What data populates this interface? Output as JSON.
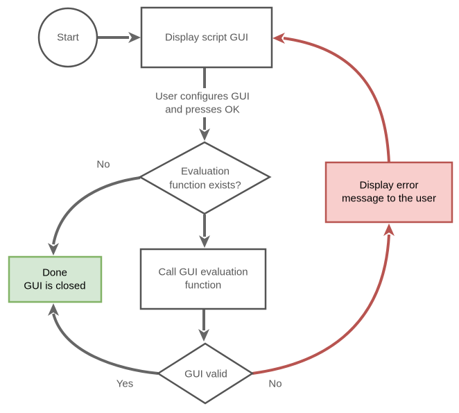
{
  "colors": {
    "background": "#ffffff",
    "node_fill": "#ffffff",
    "node_border": "#545454",
    "connector": "#666666",
    "text_gray": "#595959",
    "text_black": "#000000",
    "success_fill": "#d5e8d4",
    "success_border": "#82b366",
    "error_fill": "#f8cecc",
    "error_border": "#b85450"
  },
  "nodes": {
    "start": {
      "label": "Start"
    },
    "display_gui": {
      "label": "Display script GUI"
    },
    "eval_exists": {
      "line1": "Evaluation",
      "line2": "function exists?"
    },
    "call_eval": {
      "line1": "Call GUI evaluation",
      "line2": "function"
    },
    "gui_valid": {
      "label": "GUI valid"
    },
    "done": {
      "line1": "Done",
      "line2": "GUI is closed"
    },
    "error": {
      "line1": "Display error",
      "line2": "message to the user"
    }
  },
  "edge_labels": {
    "configure_line1": "User configures GUI",
    "configure_line2": "and presses OK",
    "eval_no": "No",
    "valid_yes": "Yes",
    "valid_no": "No"
  }
}
